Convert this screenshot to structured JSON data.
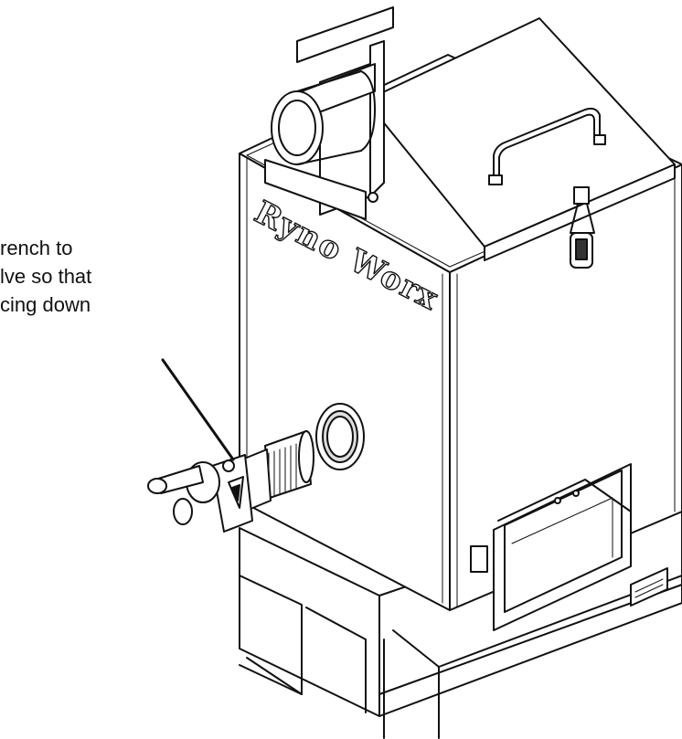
{
  "callout": {
    "lines": [
      "rench to",
      "lve so that",
      "cing down"
    ]
  },
  "brand_label": "Ryno Worx",
  "colors": {
    "stroke": "#111111",
    "fill": "#ffffff",
    "shade": "#e6e6e6"
  }
}
